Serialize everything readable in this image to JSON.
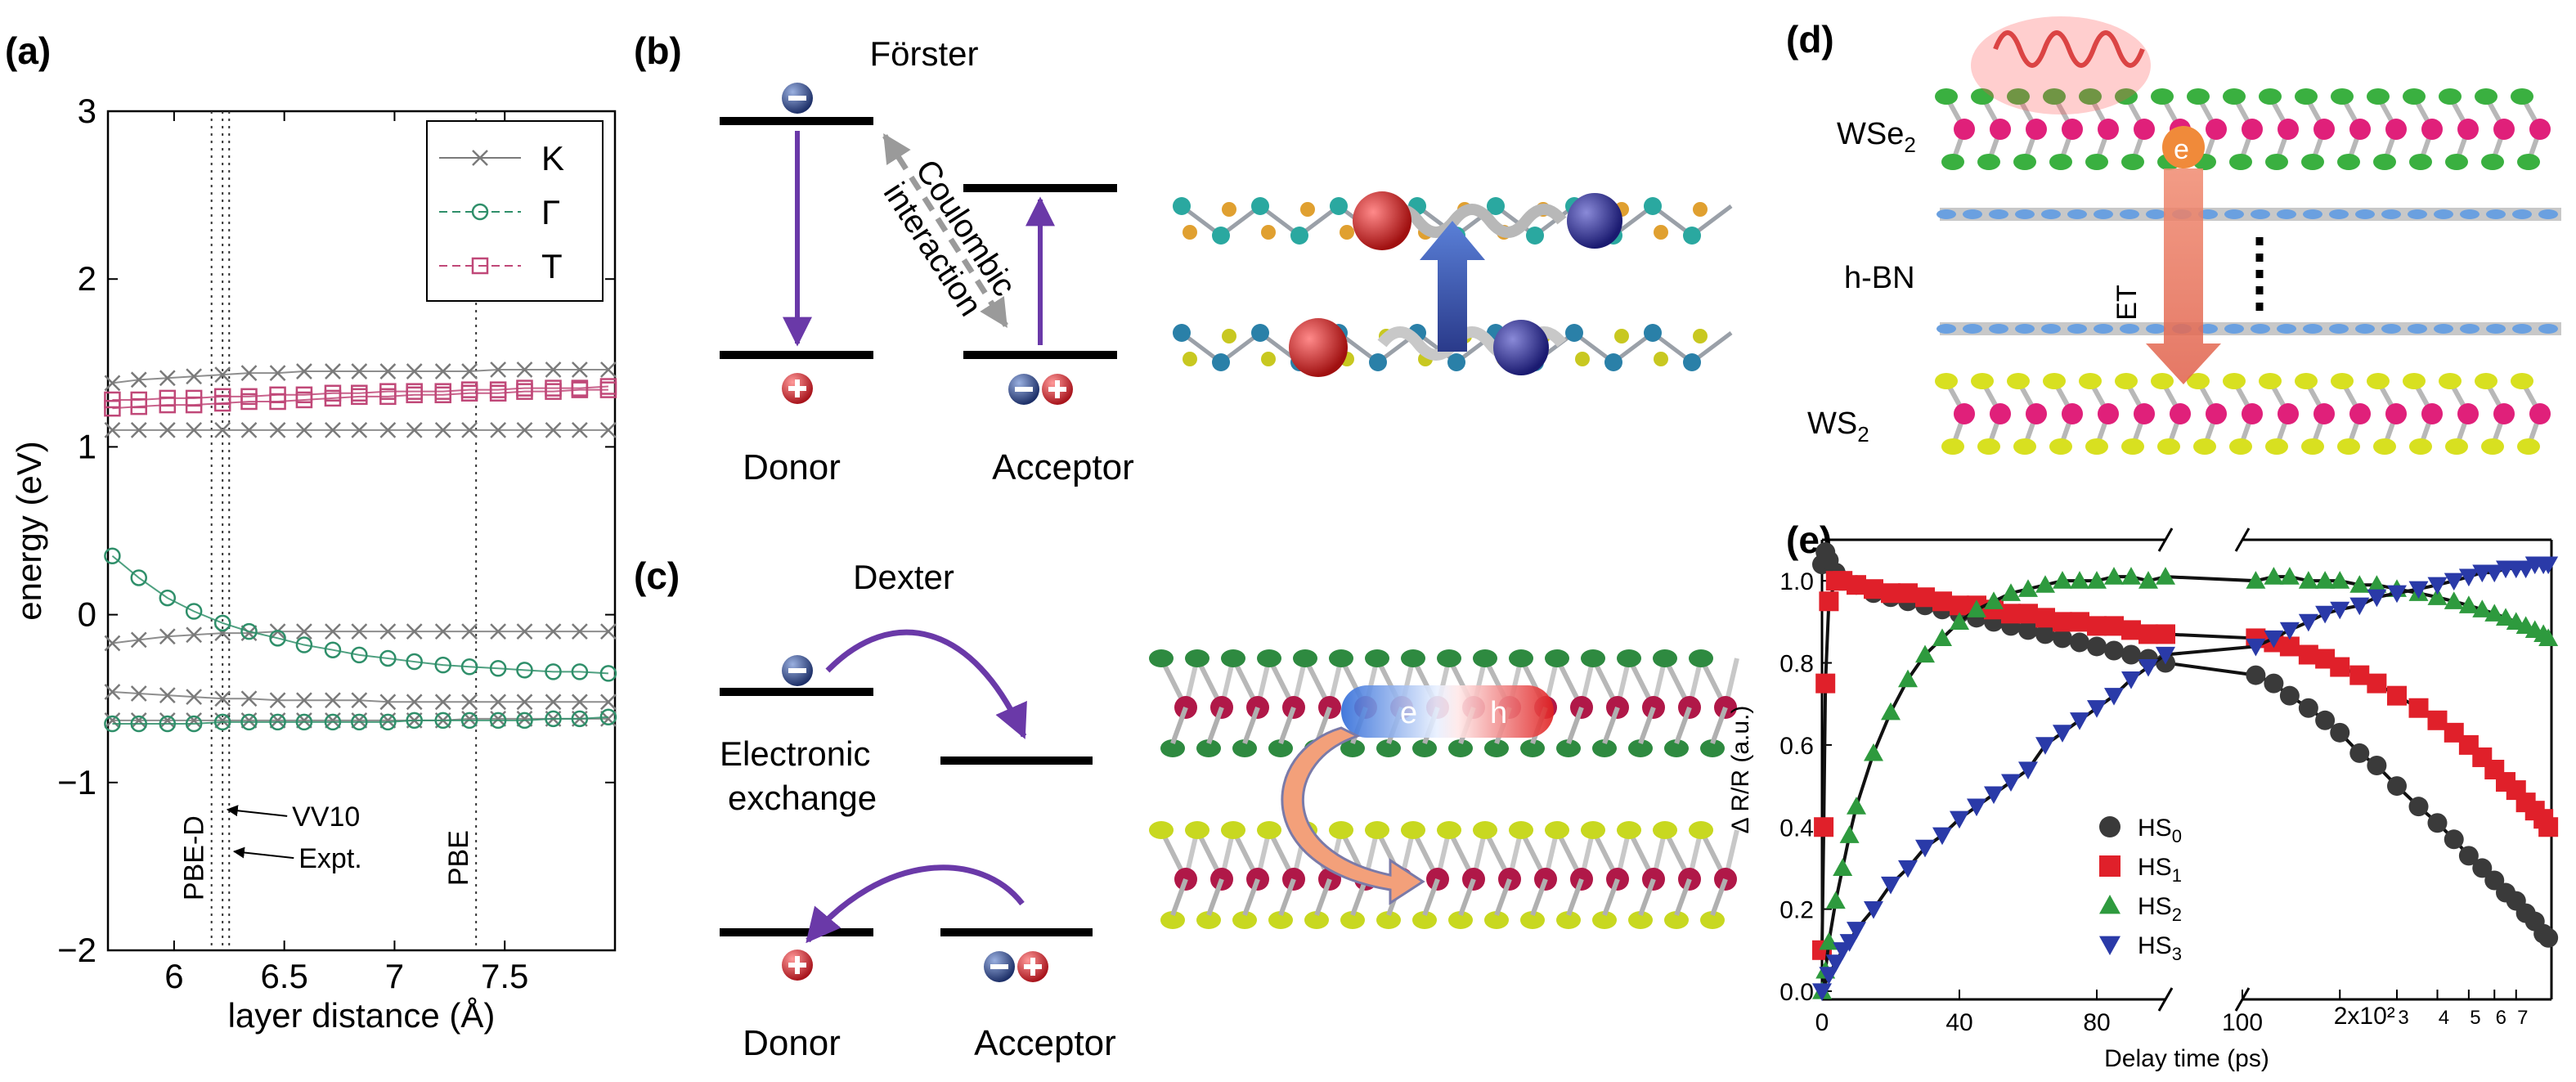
{
  "panels": {
    "a": {
      "label": "(a)"
    },
    "b": {
      "label": "(b)",
      "title": "Förster",
      "donor": "Donor",
      "acceptor": "Acceptor",
      "coupling": [
        "Coulombic",
        "interaction"
      ]
    },
    "c": {
      "label": "(c)",
      "title": "Dexter",
      "exchange": [
        "Electronic",
        "exchange"
      ],
      "donor": "Donor",
      "acceptor": "Acceptor",
      "e": "e",
      "h": "h"
    },
    "d": {
      "label": "(d)",
      "layers": {
        "top": "WSe",
        "top_sub": "2",
        "mid": "h-BN",
        "bottom": "WS",
        "bottom_sub": "2"
      },
      "et": "ET",
      "e": "e"
    },
    "e": {
      "label": "(e)"
    }
  },
  "colors": {
    "purple": "#6a39a8",
    "dashed": "#9a9a9a",
    "red": "#c0283a",
    "navy": "#2a3f86"
  },
  "chart_data": [
    {
      "type": "line",
      "panel": "a",
      "xlabel": "layer distance (Å)",
      "ylabel": "energy (eV)",
      "xlim": [
        5.7,
        8.0
      ],
      "ylim": [
        -2,
        3
      ],
      "xticks": [
        6,
        6.5,
        7,
        7.5
      ],
      "xtick_labels": [
        "6",
        "6.5",
        "7",
        "7.5"
      ],
      "yticks": [
        -2,
        -1,
        0,
        1,
        2,
        3
      ],
      "ytick_labels": [
        "−2",
        "−1",
        "0",
        "1",
        "2",
        "3"
      ],
      "legend": {
        "position": "top-right",
        "entries": [
          "K",
          "Γ",
          "T"
        ]
      },
      "vlines": [
        {
          "x": 6.17,
          "label": "PBE-D"
        },
        {
          "x": 6.22,
          "label": ""
        },
        {
          "x": 6.25,
          "label": ""
        },
        {
          "x": 7.37,
          "label": "PBE"
        }
      ],
      "annotations": [
        {
          "text": "VV10",
          "x": 6.22,
          "y": -1.2
        },
        {
          "text": "Expt.",
          "x": 6.25,
          "y": -1.45
        }
      ],
      "x": [
        5.72,
        5.84,
        5.97,
        6.09,
        6.22,
        6.34,
        6.47,
        6.59,
        6.72,
        6.84,
        6.97,
        7.09,
        7.22,
        7.34,
        7.47,
        7.59,
        7.72,
        7.84,
        7.97
      ],
      "series": [
        {
          "name": "K",
          "marker": "x",
          "color": "#7a7a7a",
          "values": [
            1.38,
            1.4,
            1.41,
            1.42,
            1.43,
            1.44,
            1.44,
            1.45,
            1.45,
            1.45,
            1.45,
            1.45,
            1.45,
            1.45,
            1.46,
            1.46,
            1.46,
            1.46,
            1.46
          ]
        },
        {
          "marker": "x",
          "color": "#7a7a7a",
          "values": [
            1.1,
            1.1,
            1.1,
            1.1,
            1.1,
            1.1,
            1.1,
            1.1,
            1.1,
            1.1,
            1.1,
            1.1,
            1.1,
            1.1,
            1.1,
            1.1,
            1.1,
            1.1,
            1.1
          ]
        },
        {
          "marker": "x",
          "color": "#7a7a7a",
          "values": [
            -0.17,
            -0.15,
            -0.13,
            -0.12,
            -0.11,
            -0.11,
            -0.1,
            -0.1,
            -0.1,
            -0.1,
            -0.1,
            -0.1,
            -0.1,
            -0.1,
            -0.1,
            -0.1,
            -0.1,
            -0.1,
            -0.1
          ]
        },
        {
          "marker": "x",
          "color": "#7a7a7a",
          "values": [
            -0.46,
            -0.47,
            -0.48,
            -0.49,
            -0.5,
            -0.5,
            -0.51,
            -0.51,
            -0.51,
            -0.51,
            -0.52,
            -0.52,
            -0.52,
            -0.52,
            -0.52,
            -0.52,
            -0.52,
            -0.52,
            -0.52
          ]
        },
        {
          "marker": "x",
          "color": "#7a7a7a",
          "values": [
            -0.63,
            -0.63,
            -0.63,
            -0.63,
            -0.63,
            -0.63,
            -0.63,
            -0.63,
            -0.63,
            -0.63,
            -0.63,
            -0.63,
            -0.63,
            -0.62,
            -0.62,
            -0.62,
            -0.62,
            -0.62,
            -0.62
          ]
        },
        {
          "name": "Γ",
          "marker": "circle",
          "color": "#2f8f6a",
          "values": [
            0.35,
            0.22,
            0.1,
            0.02,
            -0.05,
            -0.1,
            -0.14,
            -0.18,
            -0.21,
            -0.24,
            -0.26,
            -0.28,
            -0.3,
            -0.31,
            -0.32,
            -0.33,
            -0.34,
            -0.34,
            -0.35
          ]
        },
        {
          "marker": "circle",
          "color": "#2f8f6a",
          "values": [
            -0.65,
            -0.65,
            -0.65,
            -0.65,
            -0.64,
            -0.64,
            -0.64,
            -0.64,
            -0.64,
            -0.64,
            -0.64,
            -0.63,
            -0.63,
            -0.63,
            -0.63,
            -0.63,
            -0.62,
            -0.62,
            -0.61
          ]
        },
        {
          "name": "T",
          "marker": "square",
          "color": "#c04878",
          "values": [
            1.23,
            1.24,
            1.25,
            1.25,
            1.26,
            1.27,
            1.27,
            1.28,
            1.29,
            1.3,
            1.3,
            1.31,
            1.31,
            1.32,
            1.32,
            1.33,
            1.33,
            1.34,
            1.34
          ]
        },
        {
          "marker": "square",
          "color": "#c04878",
          "values": [
            1.28,
            1.28,
            1.29,
            1.29,
            1.3,
            1.3,
            1.31,
            1.31,
            1.32,
            1.32,
            1.33,
            1.33,
            1.33,
            1.34,
            1.34,
            1.35,
            1.35,
            1.35,
            1.36
          ]
        }
      ]
    },
    {
      "type": "scatter",
      "panel": "e",
      "xlabel": "Delay time (ps)",
      "ylabel": "Δ R/R (a.u.)",
      "ylim": [
        -0.02,
        1.1
      ],
      "axis_break": true,
      "left_xlim": [
        0,
        100
      ],
      "left_xticks": [
        0,
        40,
        80
      ],
      "left_xtick_labels": [
        "0",
        "40",
        "80"
      ],
      "right_xlim": [
        100,
        900
      ],
      "right_xticks": [
        100,
        200,
        300,
        400,
        500,
        600,
        700
      ],
      "right_xtick_labels": [
        "100",
        "2x10²",
        "3",
        "4",
        "5",
        "6",
        "7"
      ],
      "yticks": [
        0,
        0.2,
        0.4,
        0.6,
        0.8,
        1.0
      ],
      "ytick_labels": [
        "0.0",
        "0.2",
        "0.4",
        "0.6",
        "0.8",
        "1.0"
      ],
      "legend": {
        "position": "bottom-center",
        "entries": [
          "HS0",
          "HS1",
          "HS2",
          "HS3"
        ]
      },
      "series": [
        {
          "name": "HS",
          "sub": "0",
          "marker": "circle",
          "color": "#3a3a3a",
          "x": [
            0,
            1,
            2,
            4,
            6,
            10,
            15,
            20,
            25,
            30,
            35,
            40,
            45,
            50,
            55,
            60,
            65,
            70,
            75,
            80,
            85,
            90,
            95,
            100,
            110,
            125,
            140,
            160,
            180,
            200,
            230,
            260,
            300,
            350,
            400,
            450,
            500,
            550,
            600,
            650,
            700,
            750,
            800,
            850,
            880
          ],
          "y": [
            1.04,
            1.07,
            1.05,
            1.02,
            1.0,
            0.99,
            0.97,
            0.96,
            0.95,
            0.94,
            0.93,
            0.92,
            0.91,
            0.9,
            0.89,
            0.88,
            0.87,
            0.86,
            0.85,
            0.84,
            0.83,
            0.82,
            0.81,
            0.8,
            0.77,
            0.75,
            0.72,
            0.69,
            0.66,
            0.63,
            0.58,
            0.55,
            0.5,
            0.45,
            0.41,
            0.37,
            0.33,
            0.3,
            0.27,
            0.24,
            0.22,
            0.19,
            0.17,
            0.14,
            0.13
          ]
        },
        {
          "name": "HS",
          "sub": "1",
          "marker": "square",
          "color": "#e0202a",
          "x": [
            0,
            0.5,
            1,
            2,
            4,
            6,
            10,
            15,
            20,
            25,
            30,
            35,
            40,
            45,
            50,
            55,
            60,
            65,
            70,
            75,
            80,
            85,
            90,
            95,
            100,
            110,
            125,
            140,
            160,
            180,
            200,
            230,
            260,
            300,
            350,
            400,
            450,
            500,
            550,
            600,
            650,
            700,
            750,
            800,
            850,
            880
          ],
          "y": [
            0.1,
            0.4,
            0.75,
            0.95,
            1.0,
            1.0,
            0.99,
            0.98,
            0.97,
            0.97,
            0.96,
            0.95,
            0.94,
            0.94,
            0.93,
            0.92,
            0.92,
            0.91,
            0.9,
            0.9,
            0.89,
            0.89,
            0.88,
            0.87,
            0.87,
            0.86,
            0.85,
            0.84,
            0.82,
            0.81,
            0.79,
            0.77,
            0.75,
            0.72,
            0.69,
            0.66,
            0.63,
            0.6,
            0.57,
            0.54,
            0.51,
            0.49,
            0.46,
            0.44,
            0.42,
            0.4
          ]
        },
        {
          "name": "HS",
          "sub": "2",
          "marker": "triangle-up",
          "color": "#2e9a3e",
          "x": [
            0,
            1,
            2,
            4,
            6,
            8,
            10,
            15,
            20,
            25,
            30,
            35,
            40,
            45,
            50,
            55,
            60,
            65,
            70,
            75,
            80,
            85,
            90,
            95,
            100,
            110,
            125,
            140,
            160,
            180,
            200,
            230,
            260,
            300,
            350,
            400,
            450,
            500,
            550,
            600,
            650,
            700,
            750,
            800,
            850,
            880
          ],
          "y": [
            0.0,
            0.05,
            0.12,
            0.22,
            0.3,
            0.38,
            0.45,
            0.58,
            0.68,
            0.76,
            0.82,
            0.86,
            0.9,
            0.93,
            0.95,
            0.97,
            0.98,
            0.99,
            1.0,
            1.0,
            1.0,
            1.01,
            1.01,
            1.0,
            1.01,
            1.0,
            1.01,
            1.01,
            1.0,
            1.0,
            1.0,
            0.99,
            0.99,
            0.98,
            0.97,
            0.96,
            0.95,
            0.94,
            0.93,
            0.92,
            0.91,
            0.9,
            0.89,
            0.88,
            0.87,
            0.86
          ]
        },
        {
          "name": "HS",
          "sub": "3",
          "marker": "triangle-down",
          "color": "#2a3aa8",
          "x": [
            0,
            2,
            4,
            6,
            8,
            10,
            15,
            20,
            25,
            30,
            35,
            40,
            45,
            50,
            55,
            60,
            65,
            70,
            75,
            80,
            85,
            90,
            95,
            100,
            110,
            125,
            140,
            160,
            180,
            200,
            230,
            260,
            300,
            350,
            400,
            450,
            500,
            550,
            600,
            650,
            700,
            750,
            800,
            850,
            880
          ],
          "y": [
            0.0,
            0.04,
            0.07,
            0.1,
            0.12,
            0.15,
            0.2,
            0.26,
            0.3,
            0.35,
            0.38,
            0.42,
            0.45,
            0.48,
            0.51,
            0.54,
            0.6,
            0.63,
            0.66,
            0.69,
            0.72,
            0.76,
            0.79,
            0.82,
            0.84,
            0.86,
            0.88,
            0.9,
            0.92,
            0.93,
            0.94,
            0.96,
            0.97,
            0.98,
            0.99,
            1.0,
            1.01,
            1.02,
            1.02,
            1.03,
            1.03,
            1.03,
            1.04,
            1.04,
            1.04
          ]
        }
      ]
    }
  ]
}
